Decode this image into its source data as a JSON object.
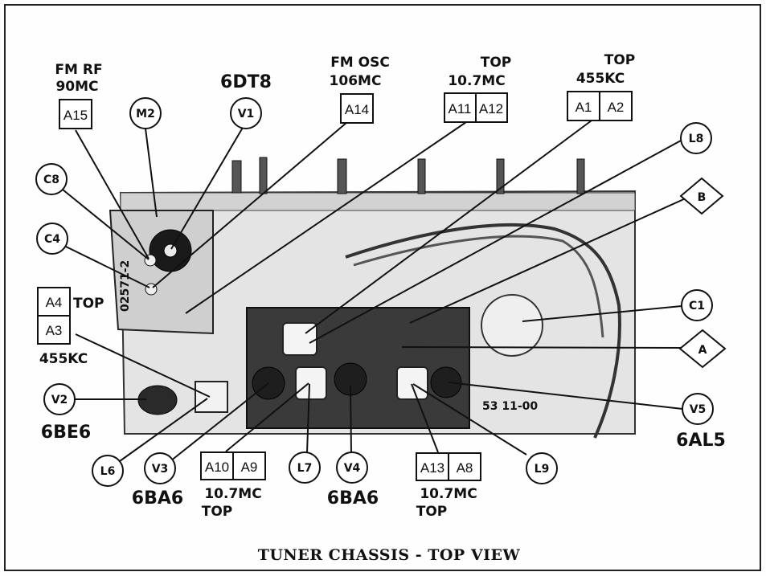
{
  "title": "TUNER CHASSIS - TOP VIEW",
  "top_labels": {
    "fm_rf_line1": "FM RF",
    "fm_rf_line2": "90MC",
    "tube_v1_type": "6DT8",
    "fm_osc_line1": "FM OSC",
    "fm_osc_line2": "106MC",
    "top_107_line1": "TOP",
    "top_107_line2": "10.7MC",
    "top_455_line1": "TOP",
    "top_455_line2": "455KC"
  },
  "left_labels": {
    "a4_top": "TOP",
    "a3_freq": "455KC",
    "tube_v2_type": "6BE6"
  },
  "bottom_labels": {
    "tube_v3_type": "6BA6",
    "tube_v4_type": "6BA6",
    "tube_v5_type": "6AL5",
    "a10_a9_freq": "10.7MC",
    "a10_a9_top": "TOP",
    "a13_a8_freq": "10.7MC",
    "a13_a8_top": "TOP"
  },
  "adjustment_boxes": {
    "a15": "A15",
    "a14": "A14",
    "a11": "A11",
    "a12": "A12",
    "a1": "A1",
    "a2": "A2",
    "a4": "A4",
    "a3": "A3",
    "a10": "A10",
    "a9": "A9",
    "a13": "A13",
    "a8": "A8"
  },
  "callouts": {
    "m2": "M2",
    "v1": "V1",
    "c8": "C8",
    "c4": "C4",
    "l8": "L8",
    "b": "B",
    "c1": "C1",
    "a": "A",
    "v2": "V2",
    "v5": "V5",
    "l6": "L6",
    "v3": "V3",
    "l7": "L7",
    "v4": "V4",
    "l9": "L9"
  },
  "board_markings": {
    "stamp": "53 11-00",
    "subchassis_code": "02571-2"
  }
}
